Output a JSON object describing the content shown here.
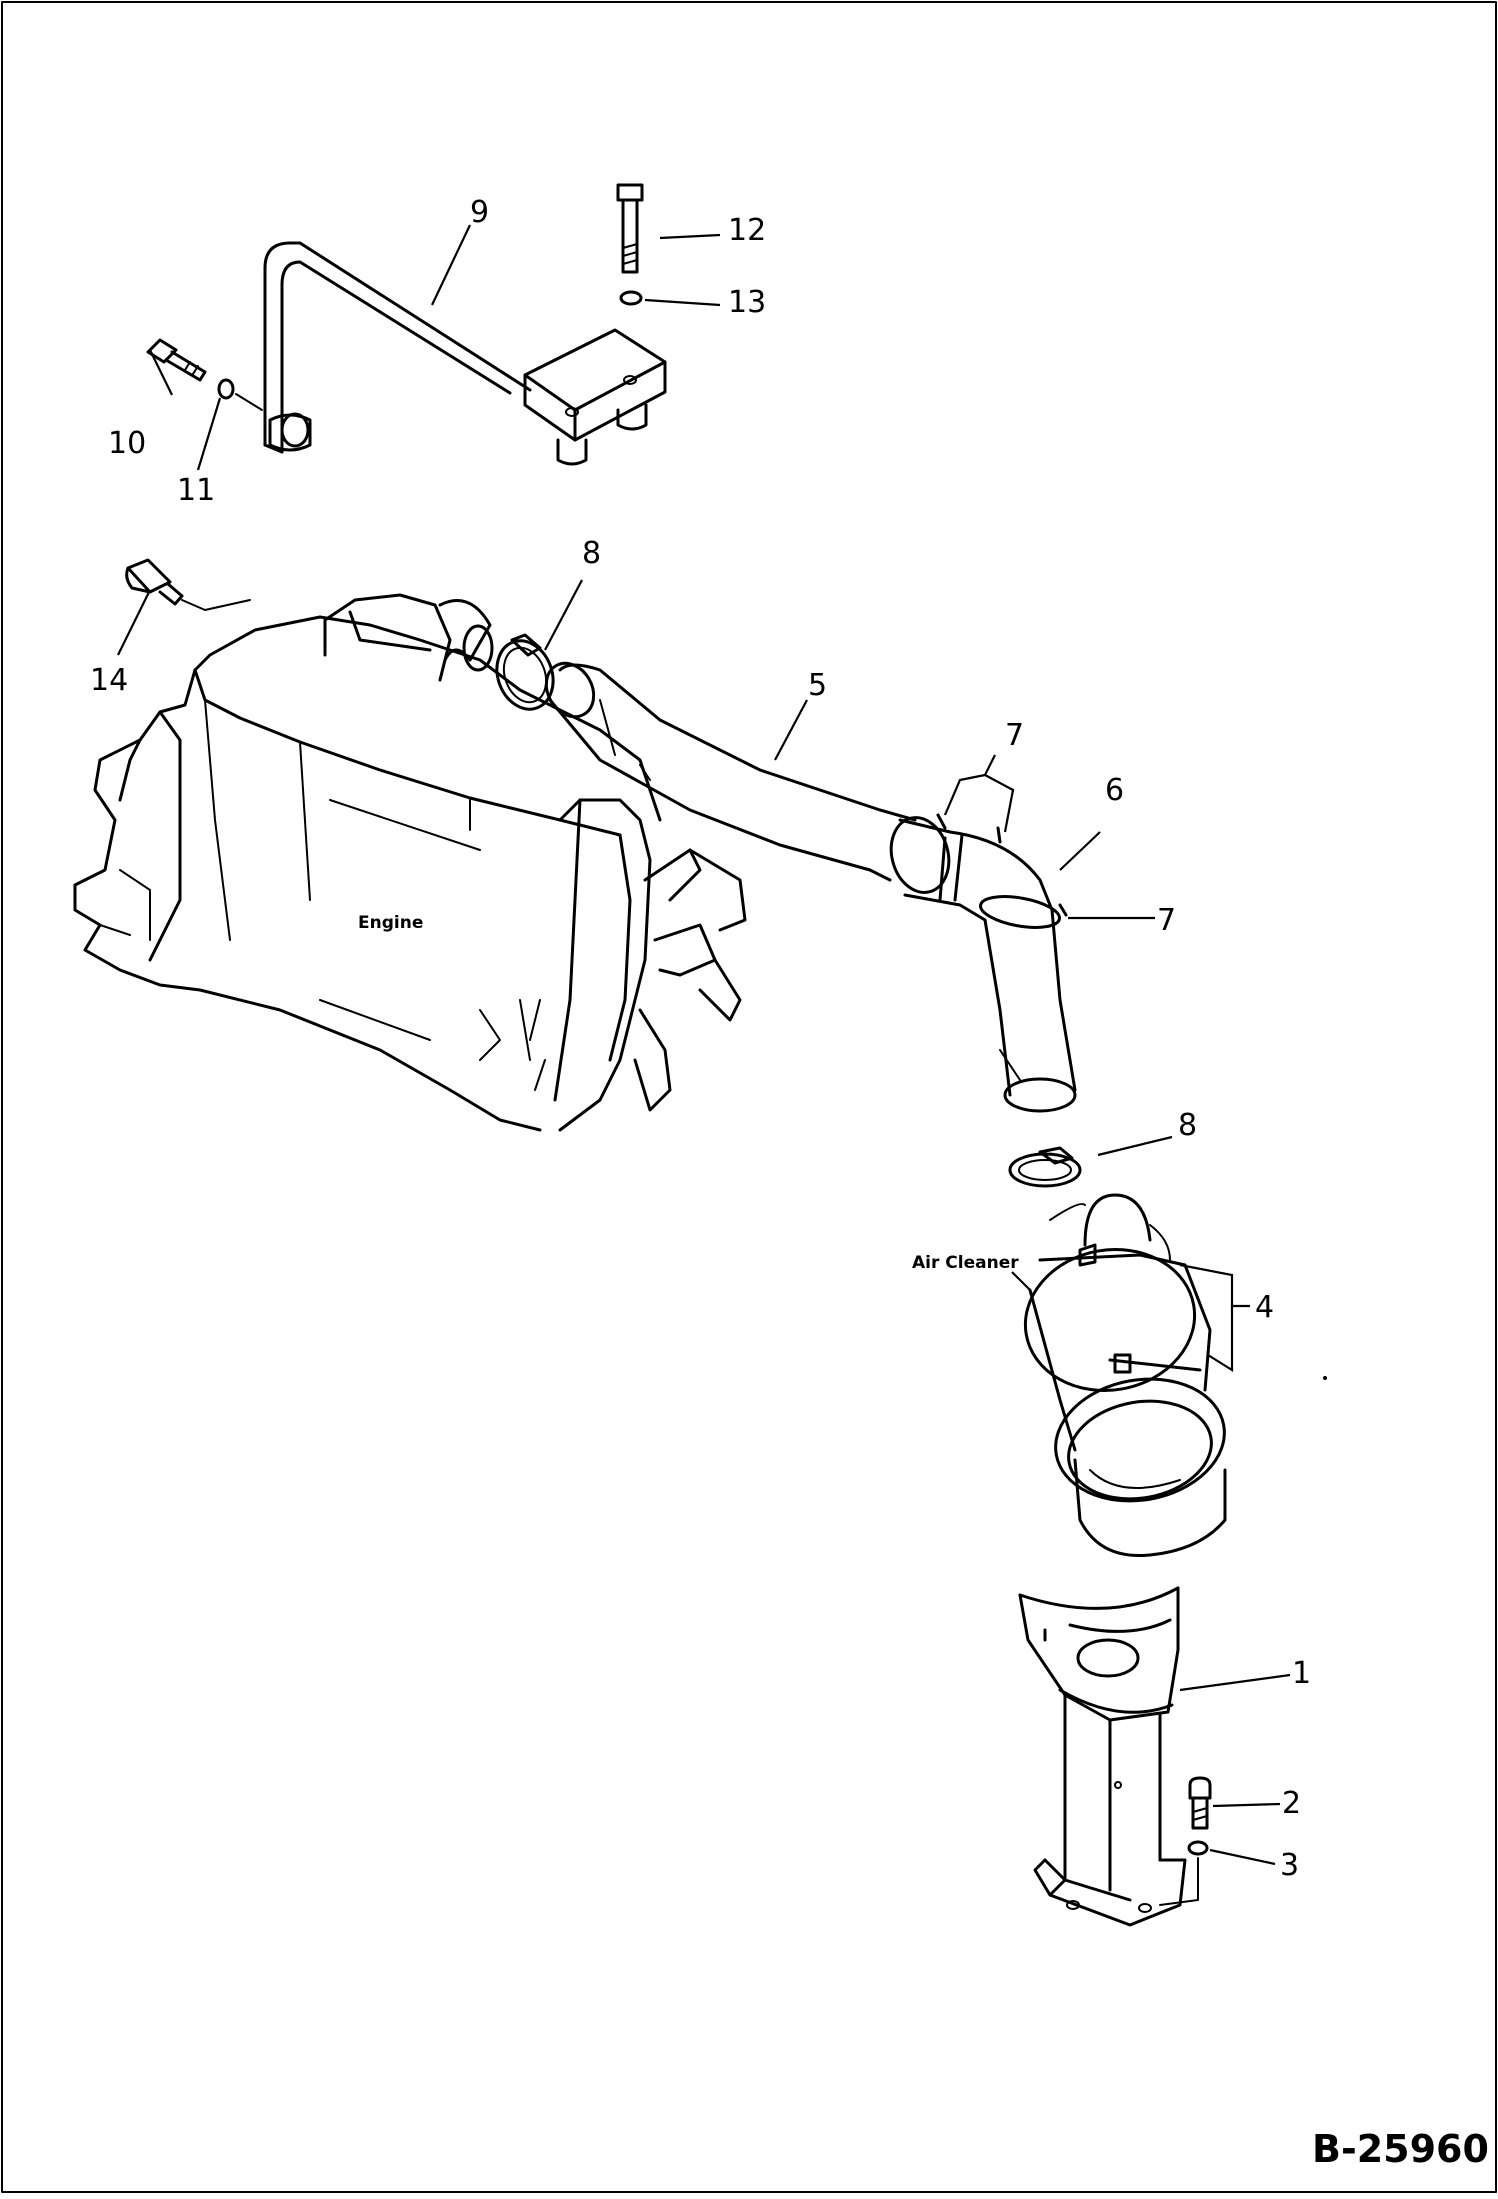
{
  "diagram": {
    "drawing_code": "B-25960",
    "labels": {
      "engine": "Engine",
      "air_cleaner": "Air Cleaner"
    },
    "callouts": {
      "p1": "1",
      "p2": "2",
      "p3": "3",
      "p4": "4",
      "p5": "5",
      "p6": "6",
      "p7a": "7",
      "p7b": "7",
      "p8a": "8",
      "p8b": "8",
      "p9": "9",
      "p10": "10",
      "p11": "11",
      "p12": "12",
      "p13": "13",
      "p14": "14"
    },
    "colors": {
      "ink": "#000000",
      "paper": "#ffffff"
    }
  }
}
